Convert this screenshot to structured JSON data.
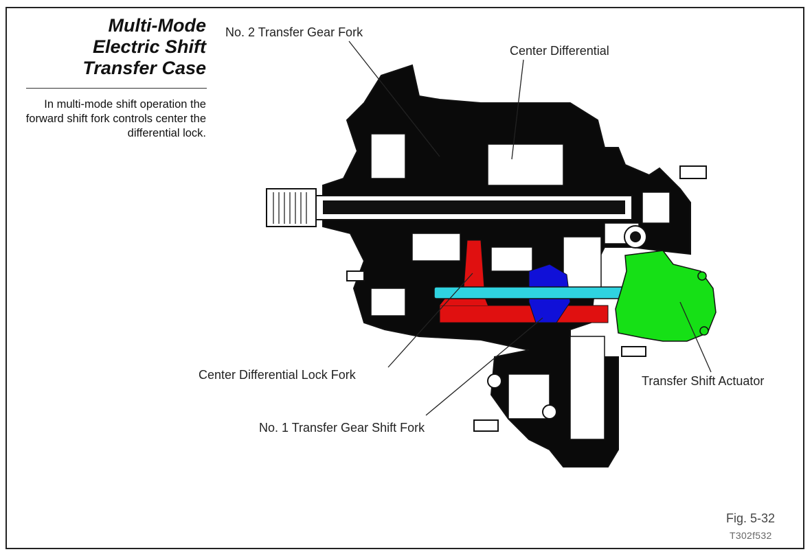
{
  "title_lines": [
    "Multi-Mode",
    "Electric Shift",
    "Transfer Case"
  ],
  "description": "In multi-mode shift operation the forward shift fork controls center the differential lock.",
  "labels": {
    "no2_fork": "No. 2 Transfer Gear Fork",
    "center_diff": "Center Differential",
    "center_diff_lock_fork": "Center Differential Lock Fork",
    "transfer_shift_actuator": "Transfer Shift Actuator",
    "no1_fork": "No. 1 Transfer Gear Shift Fork"
  },
  "figure": {
    "number": "Fig. 5-32",
    "code": "T302f532"
  },
  "colors": {
    "actuator": "#16e016",
    "shift_rail": "#2fd3e0",
    "lock_fork": "#e01010",
    "no1_fork": "#1010d8",
    "housing": "#000000"
  }
}
